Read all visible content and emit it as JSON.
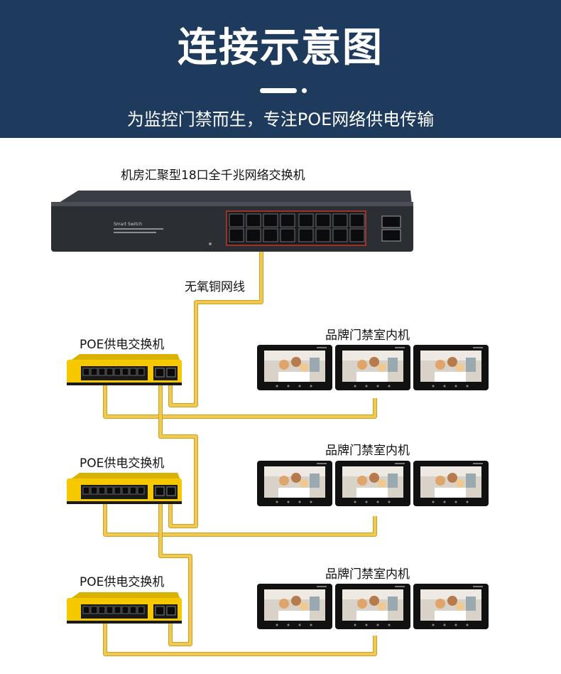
{
  "banner": {
    "title": "连接示意图",
    "subtitle": "为监控门禁而生，专注POE网络供电传输"
  },
  "core_switch": {
    "label": "机房汇聚型18口全千兆网络交换机",
    "device_text": [
      "Smart Switch"
    ],
    "port_count": 16,
    "uplink_count": 2
  },
  "cable": {
    "label": "无氧铜网线",
    "color": "#f2c94c"
  },
  "groups": [
    {
      "poe_switch_label": "POE供电交换机",
      "monitors_label": "品牌门禁室内机"
    },
    {
      "poe_switch_label": "POE供电交换机",
      "monitors_label": "品牌门禁室内机"
    },
    {
      "poe_switch_label": "POE供电交换机",
      "monitors_label": "品牌门禁室内机"
    }
  ],
  "monitors_per_group": 3,
  "colors": {
    "banner": "#1e3a5c",
    "poe_switch": "#f5c800",
    "core_switch": "#2b2e33",
    "monitor": "#111111"
  }
}
